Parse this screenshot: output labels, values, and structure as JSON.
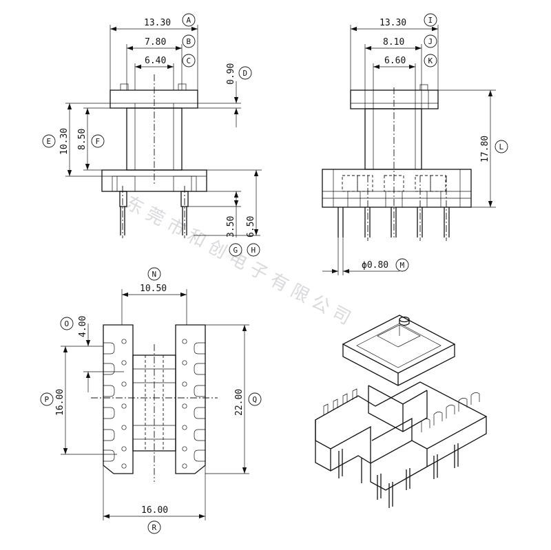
{
  "watermark": "东莞市和创电子有限公司",
  "dimensions": {
    "A": {
      "letter": "A",
      "value": "13.30"
    },
    "B": {
      "letter": "B",
      "value": "7.80"
    },
    "C": {
      "letter": "C",
      "value": "6.40"
    },
    "D": {
      "letter": "D",
      "value": "0.90"
    },
    "E": {
      "letter": "E",
      "value": "10.30"
    },
    "F": {
      "letter": "F",
      "value": "8.50"
    },
    "G": {
      "letter": "G",
      "value": "3.50"
    },
    "H": {
      "letter": "H",
      "value": "6.50"
    },
    "I": {
      "letter": "I",
      "value": "13.30"
    },
    "J": {
      "letter": "J",
      "value": "8.10"
    },
    "K": {
      "letter": "K",
      "value": "6.60"
    },
    "L": {
      "letter": "L",
      "value": "17.80"
    },
    "M": {
      "letter": "M",
      "value": "ϕ0.80"
    },
    "N": {
      "letter": "N",
      "value": "10.50"
    },
    "O": {
      "letter": "O",
      "value": "4.00"
    },
    "P": {
      "letter": "P",
      "value": "16.00"
    },
    "Q": {
      "letter": "Q",
      "value": "22.00"
    },
    "R": {
      "letter": "R",
      "value": "16.00"
    }
  }
}
